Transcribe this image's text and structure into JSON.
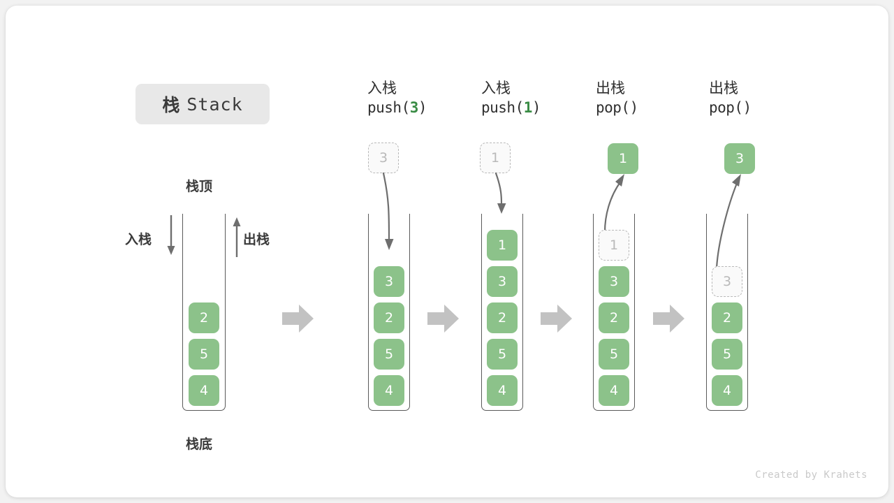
{
  "figure": {
    "title_cn": "栈",
    "title_en": "Stack",
    "credit": "Created by Krahets"
  },
  "legend": {
    "top_label": "栈顶",
    "bottom_label": "栈底",
    "push_label": "入栈",
    "pop_label": "出栈"
  },
  "colors": {
    "cell_fill": "#8cc28a",
    "cell_text": "#ffffff",
    "ghost_fill": "#fafafa",
    "ghost_border": "#b9b9b9",
    "ghost_text": "#b9b9b9",
    "frame_stroke": "#5a5a5a",
    "arrow_gray": "#c2c2c2",
    "curve_stroke": "#6e6e6e",
    "accent_green": "#3a8c45",
    "badge_bg": "#e8e8e8",
    "text_dark": "#3a3a3a"
  },
  "chart_data": {
    "type": "diagram",
    "title": "栈 Stack",
    "description": "Stack push/pop operation sequence diagram",
    "initial_stack": [
      "2",
      "5",
      "4"
    ],
    "steps": [
      {
        "id": "initial",
        "head_line1": "",
        "head_line2": "",
        "operation": "initial",
        "argument": "",
        "stack_top_to_bottom": [
          "2",
          "5",
          "4"
        ],
        "ghost_cell": null,
        "floating_cell": null
      },
      {
        "id": "push-3",
        "head_line1": "入栈",
        "head_line2_prefix": "push(",
        "head_line2_arg": "3",
        "head_line2_suffix": ")",
        "operation": "push",
        "argument": "3",
        "stack_top_to_bottom": [
          "3",
          "2",
          "5",
          "4"
        ],
        "ghost_cell": "3",
        "ghost_position": "above-stack",
        "floating_cell": null,
        "arrow_direction": "down"
      },
      {
        "id": "push-1",
        "head_line1": "入栈",
        "head_line2_prefix": "push(",
        "head_line2_arg": "1",
        "head_line2_suffix": ")",
        "operation": "push",
        "argument": "1",
        "stack_top_to_bottom": [
          "1",
          "3",
          "2",
          "5",
          "4"
        ],
        "ghost_cell": "1",
        "ghost_position": "above-stack",
        "floating_cell": null,
        "arrow_direction": "down"
      },
      {
        "id": "pop-1",
        "head_line1": "出栈",
        "head_line2_prefix": "pop(",
        "head_line2_arg": "",
        "head_line2_suffix": ")",
        "operation": "pop",
        "argument": "",
        "returned": "1",
        "stack_top_to_bottom": [
          "3",
          "2",
          "5",
          "4"
        ],
        "ghost_cell": "1",
        "ghost_position": "in-stack-top",
        "floating_cell": "1",
        "arrow_direction": "up"
      },
      {
        "id": "pop-3",
        "head_line1": "出栈",
        "head_line2_prefix": "pop(",
        "head_line2_arg": "",
        "head_line2_suffix": ")",
        "operation": "pop",
        "argument": "",
        "returned": "3",
        "stack_top_to_bottom": [
          "2",
          "5",
          "4"
        ],
        "ghost_cell": "3",
        "ghost_position": "in-stack-top",
        "floating_cell": "3",
        "arrow_direction": "up"
      }
    ],
    "separator_arrows": 4,
    "separator_arrow_direction": "right"
  }
}
